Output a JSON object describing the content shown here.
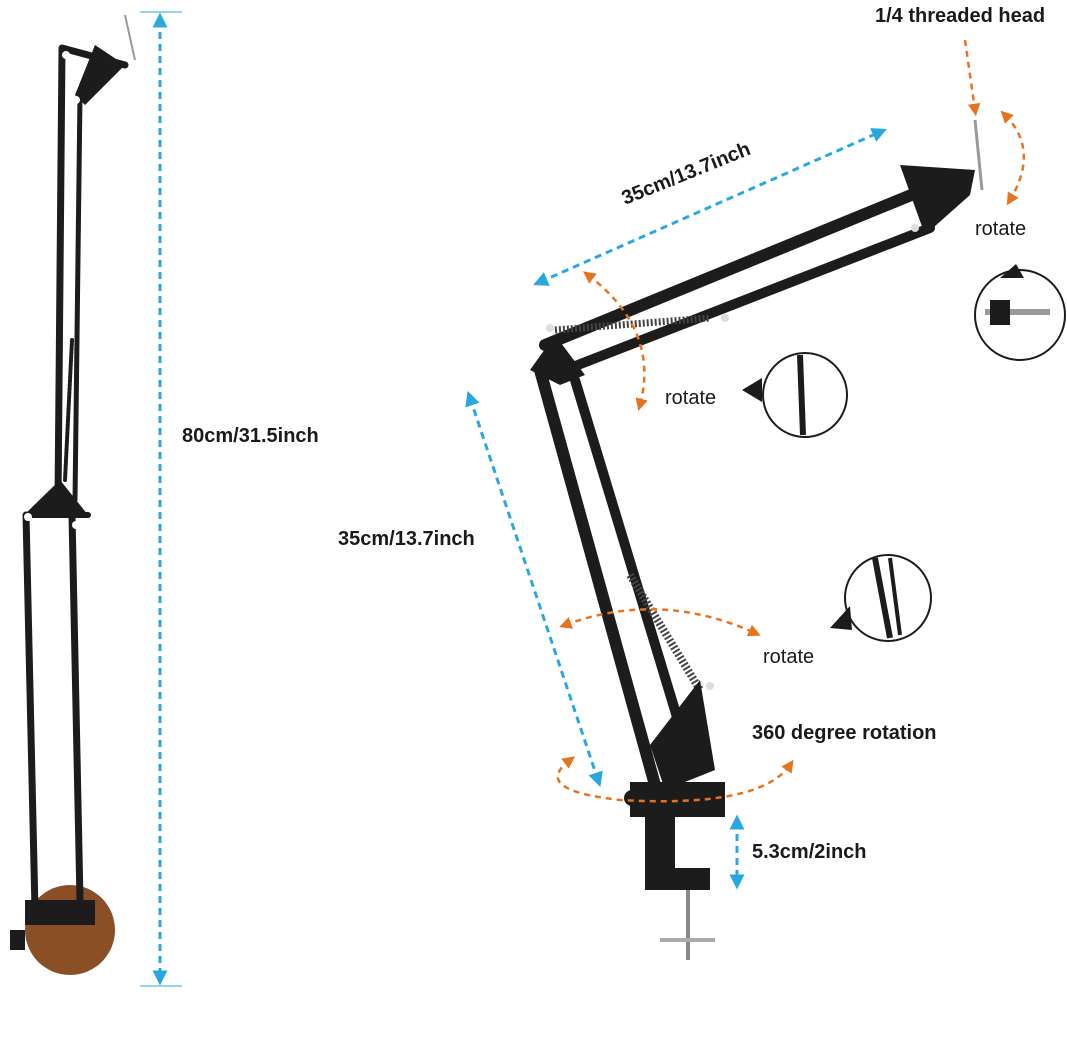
{
  "labels": {
    "threaded_head": "1/4 threaded head",
    "upper_arm_length": "35cm/13.7inch",
    "rotate_head": "rotate",
    "rotate_elbow": "rotate",
    "total_height": "80cm/31.5inch",
    "lower_arm_length": "35cm/13.7inch",
    "rotate_base": "rotate",
    "base_rotation": "360 degree rotation",
    "clamp_opening": "5.3cm/2inch"
  },
  "colors": {
    "dimension_arrow": "#29a8e0",
    "rotation_arrow": "#e8731f",
    "arm": "#1c1c1c"
  }
}
